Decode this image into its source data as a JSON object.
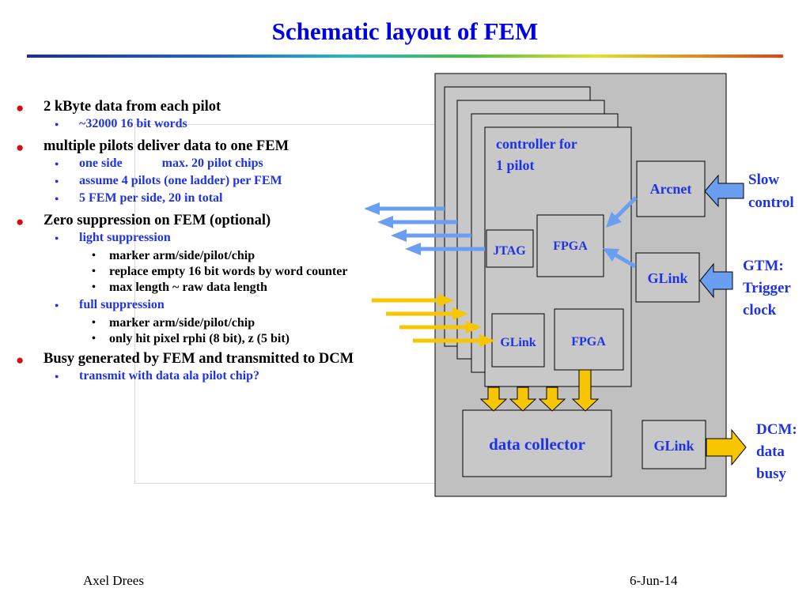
{
  "title": "Schematic layout of FEM",
  "bullets": [
    {
      "text": "2 kByte data from each pilot",
      "subs": [
        {
          "text": "~32000 16 bit words"
        }
      ]
    },
    {
      "text": "multiple pilots deliver data to one FEM",
      "subs": [
        {
          "text": "one side",
          "text2": "max. 20 pilot chips"
        },
        {
          "text": "assume 4 pilots (one ladder) per FEM"
        },
        {
          "text": "5 FEM per side, 20 in total"
        }
      ]
    },
    {
      "text": "Zero suppression on FEM (optional)",
      "subs": [
        {
          "text": "light suppression",
          "subs": [
            "marker arm/side/pilot/chip",
            "replace empty 16 bit words by word counter",
            "max length ~ raw data length"
          ]
        },
        {
          "text": "full suppression",
          "subs": [
            "marker arm/side/pilot/chip",
            "only hit pixel rphi (8 bit), z (5 bit)"
          ]
        }
      ]
    },
    {
      "text": "Busy generated by FEM and transmitted to DCM",
      "subs": [
        {
          "text": "transmit with data ala pilot chip?"
        }
      ]
    }
  ],
  "diagram": {
    "controller_label_1": "controller for",
    "controller_label_2": "1 pilot",
    "jtag": "JTAG",
    "fpga_top": "FPGA",
    "glink_inner": "GLink",
    "fpga_bottom": "FPGA",
    "data_collector": "data collector",
    "arcnet": "Arcnet",
    "glink_right": "GLink",
    "glink_out": "GLink",
    "slow_control_1": "Slow",
    "slow_control_2": "control",
    "gtm_1": "GTM:",
    "gtm_2": "Trigger",
    "gtm_3": "clock",
    "dcm_1": "DCM:",
    "dcm_2": "data",
    "dcm_3": "busy"
  },
  "colors": {
    "title": "#0000e6",
    "bullet_red": "#d01010",
    "sub_blue": "#1e32e6",
    "fem_bg": "#c0c0c0",
    "box_fill": "#c8c8c8",
    "arrow_blue": "#6a9ef0",
    "arrow_yellow": "#f7c600"
  },
  "footer": {
    "author": "Axel Drees",
    "date": "6-Jun-14"
  }
}
